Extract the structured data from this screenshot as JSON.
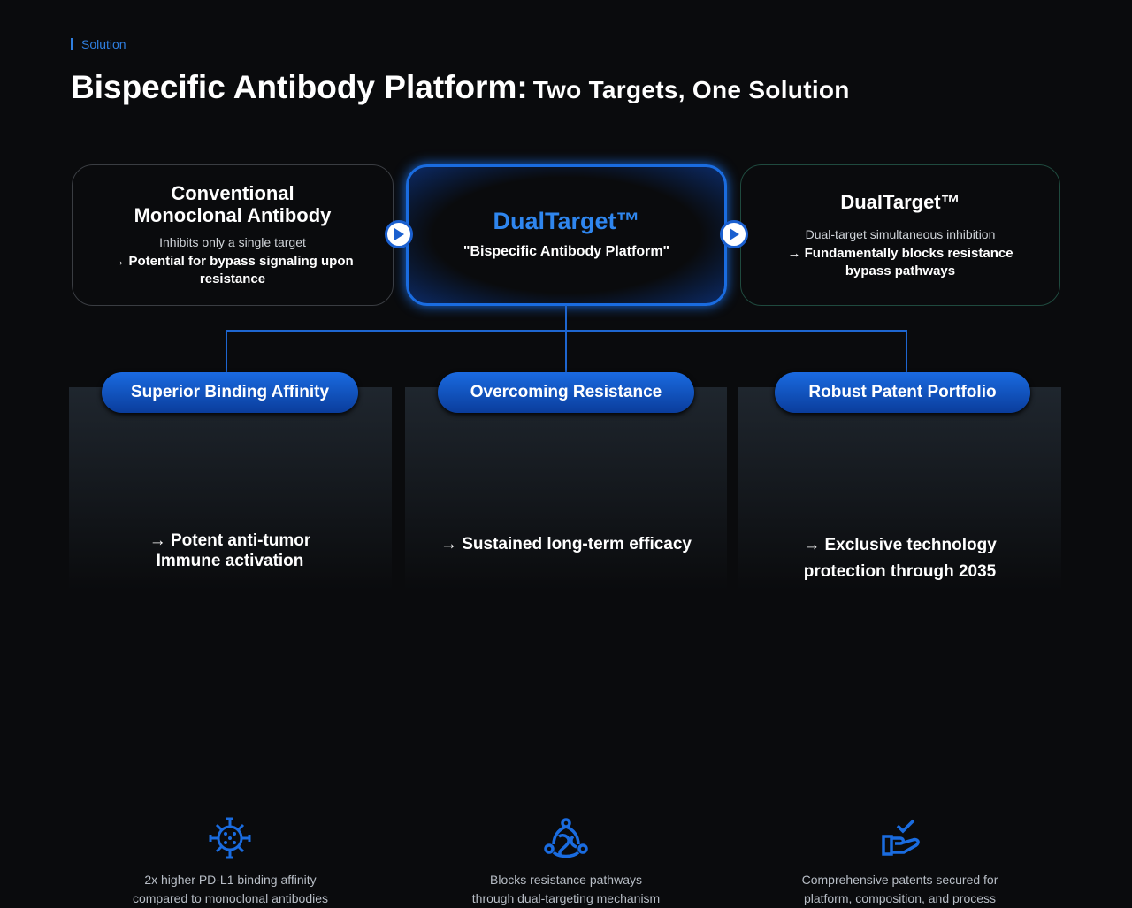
{
  "section": "Solution",
  "title": {
    "main": "Bispecific Antibody Platform:",
    "sub": "Two Targets, One Solution"
  },
  "top": [
    {
      "title1": "Conventional",
      "title2": "Monoclonal Antibody",
      "desc": "Inhibits only a single target",
      "result": "→ Potential for bypass signaling upon resistance"
    },
    {
      "title": "DualTarget™",
      "desc": "\"Bispecific Antibody Platform\""
    },
    {
      "title": "DualTarget™",
      "desc": "Dual-target simultaneous inhibition",
      "result": "→ Fundamentally blocks resistance bypass pathways"
    }
  ],
  "features": [
    {
      "label": "Superior Binding Affinity",
      "icon": "virus-icon",
      "line1": "2x higher PD-L1 binding affinity",
      "line2": "compared to monoclonal antibodies",
      "result": "→ Potent anti-tumor Immune activation"
    },
    {
      "label": "Overcoming Resistance",
      "icon": "resistance-network-icon",
      "line1": "Blocks resistance pathways",
      "line2": "through dual-targeting mechanism",
      "result": "→ Sustained long-term efficacy"
    },
    {
      "label": "Robust Patent Portfolio",
      "icon": "hand-check-icon",
      "line1": "Comprehensive patents secured for",
      "line2": "platform, composition, and process",
      "result": "→ Exclusive technology protection through 2035"
    }
  ],
  "colors": {
    "accent": "#1a6ce0",
    "label": "#2f7fe0"
  }
}
